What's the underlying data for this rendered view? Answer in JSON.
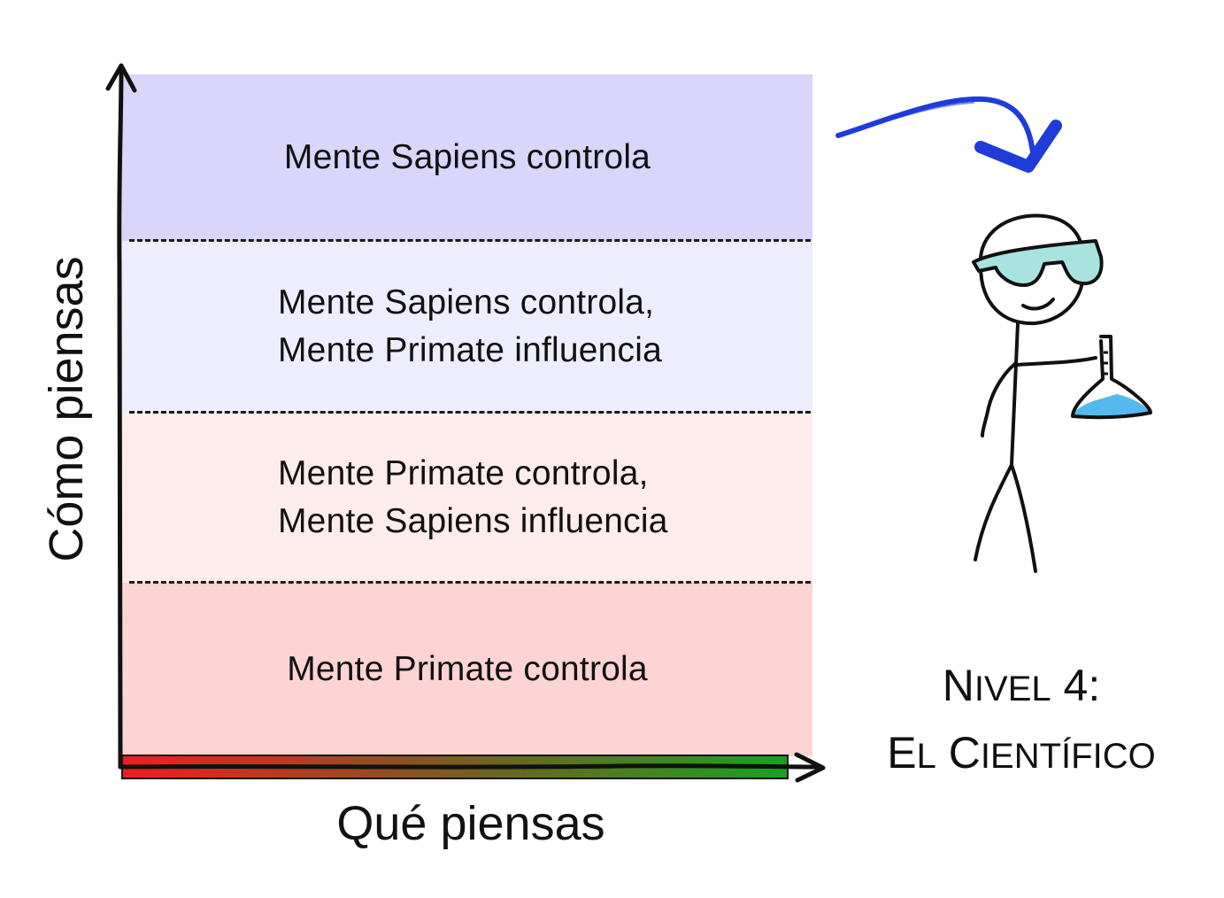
{
  "colors": {
    "band_top": "#d9d5fb",
    "band_upper_mid": "#eeedfd",
    "band_lower_mid": "#fdeceb",
    "band_bottom": "#fcd4d3",
    "gradient_start": "#ee1d22",
    "gradient_end": "#1aa023",
    "arrow_blue": "#1f3cd9",
    "flask_liquid": "#55b9f0",
    "goggles": "#a9e3df"
  },
  "bands": [
    {
      "lines": [
        "Mente Sapiens controla"
      ]
    },
    {
      "lines": [
        "Mente Sapiens controla,",
        "Mente Primate influencia"
      ]
    },
    {
      "lines": [
        "Mente Primate controla,",
        "Mente Sapiens influencia"
      ]
    },
    {
      "lines": [
        "Mente Primate controla"
      ]
    }
  ],
  "axes": {
    "y_label": "Cómo piensas",
    "x_label": "Qué piensas"
  },
  "level": {
    "line1_prefix": "N",
    "line1_rest": "IVEL",
    "line1_suffix": " 4:",
    "line2_a": "E",
    "line2_b": "L",
    "line2_c": " C",
    "line2_d": "IENTÍFICO"
  },
  "icons": {
    "pointer": "curved-arrow-icon",
    "figure": "scientist-stick-figure-icon",
    "flask": "flask-icon",
    "goggles": "goggles-icon"
  }
}
